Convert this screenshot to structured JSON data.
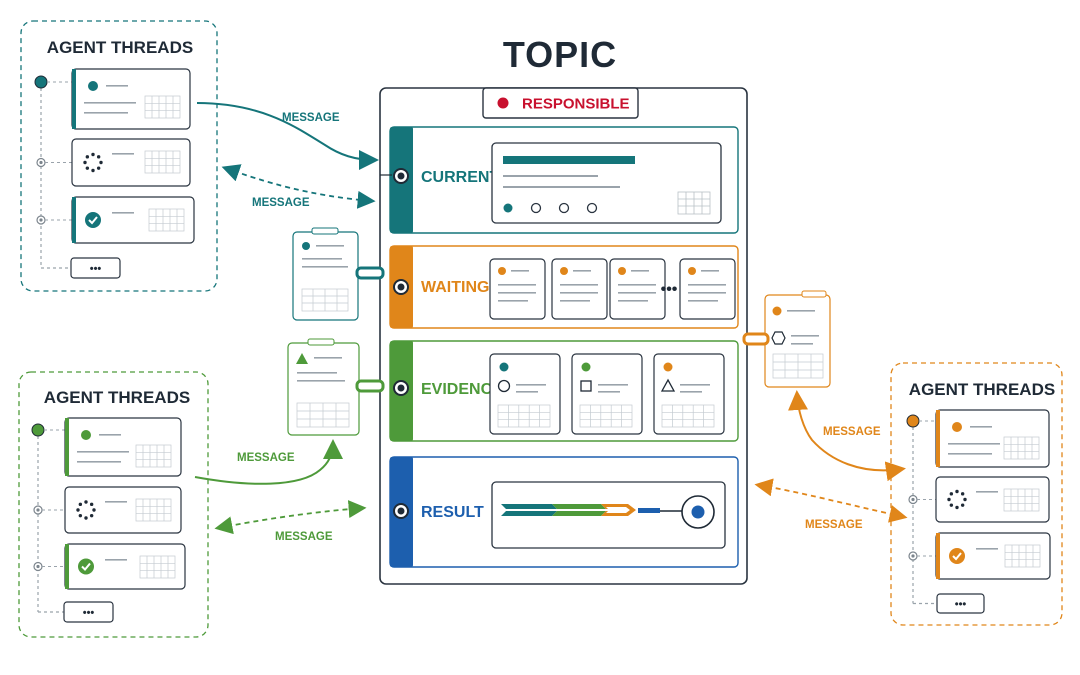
{
  "title": "TOPIC",
  "responsible": {
    "label": "RESPONSIBLE",
    "color": "#c8102e"
  },
  "colors": {
    "teal": "#15757a",
    "orange": "#e0861a",
    "green": "#4e9a3a",
    "blue": "#1d5fae",
    "ink": "#1f2a36",
    "gray": "#9aa3ab"
  },
  "sections": [
    {
      "key": "current",
      "label": "CURRENT",
      "color": "#15757a"
    },
    {
      "key": "waiting",
      "label": "WAITING",
      "color": "#e0861a"
    },
    {
      "key": "evidence",
      "label": "EVIDENCE",
      "color": "#4e9a3a"
    },
    {
      "key": "result",
      "label": "RESULT",
      "color": "#1d5fae"
    }
  ],
  "agent_groups": [
    {
      "key": "top-left",
      "title": "AGENT THREADS",
      "color": "#15757a",
      "more_label": "•••"
    },
    {
      "key": "bottom-left",
      "title": "AGENT THREADS",
      "color": "#4e9a3a",
      "more_label": "•••"
    },
    {
      "key": "right",
      "title": "AGENT THREADS",
      "color": "#e0861a",
      "more_label": "•••"
    }
  ],
  "messages": {
    "tl_solid": "MESSAGE",
    "tl_dashed": "MESSAGE",
    "bl_solid": "MESSAGE",
    "bl_dashed": "MESSAGE",
    "r_solid": "MESSAGE",
    "r_dashed": "MESSAGE"
  },
  "icons": {
    "status_dot": "dot-icon",
    "in_progress": "spinner-icon",
    "done": "check-circle-icon",
    "triangle": "triangle-icon",
    "hexagon": "hexagon-icon",
    "circle": "circle-icon",
    "square": "square-icon"
  }
}
